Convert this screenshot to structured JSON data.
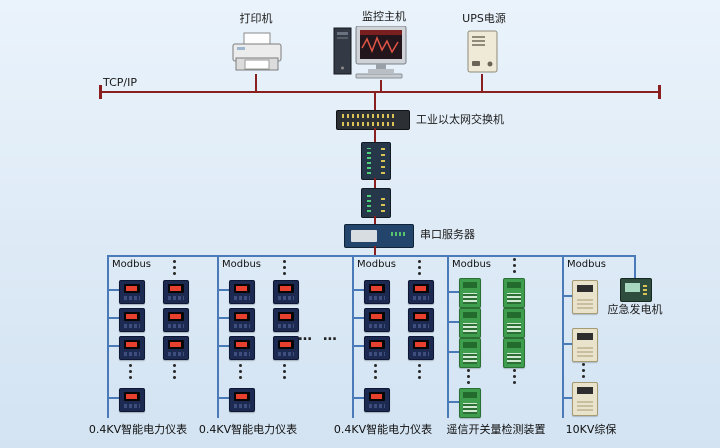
{
  "colors": {
    "line-red": "#8a1f1f",
    "bus-blue": "#4a7ab8",
    "meter-navy": "#1c2a52",
    "display-red": "#e8402e",
    "io-green": "#3f9e4d",
    "relay-beige": "#eae3cb"
  },
  "top": {
    "printer_label": "打印机",
    "monitor_label": "监控主机",
    "ups_label": "UPS电源"
  },
  "network": {
    "tcpip_label": "TCP/IP",
    "switch_label": "工业以太网交换机",
    "serial_label": "串口服务器"
  },
  "buses": [
    {
      "bus": "Modbus",
      "label": "0.4KV智能电力仪表"
    },
    {
      "bus": "Modbus",
      "label": "0.4KV智能电力仪表"
    },
    {
      "bus": "Modbus",
      "label": "0.4KV智能电力仪表"
    },
    {
      "bus": "Modbus",
      "label": "遥信开关量检测装置"
    },
    {
      "bus": "Modbus",
      "label": "10KV综保"
    }
  ],
  "generator_label": "应急发电机",
  "continuation_dots": "… …"
}
